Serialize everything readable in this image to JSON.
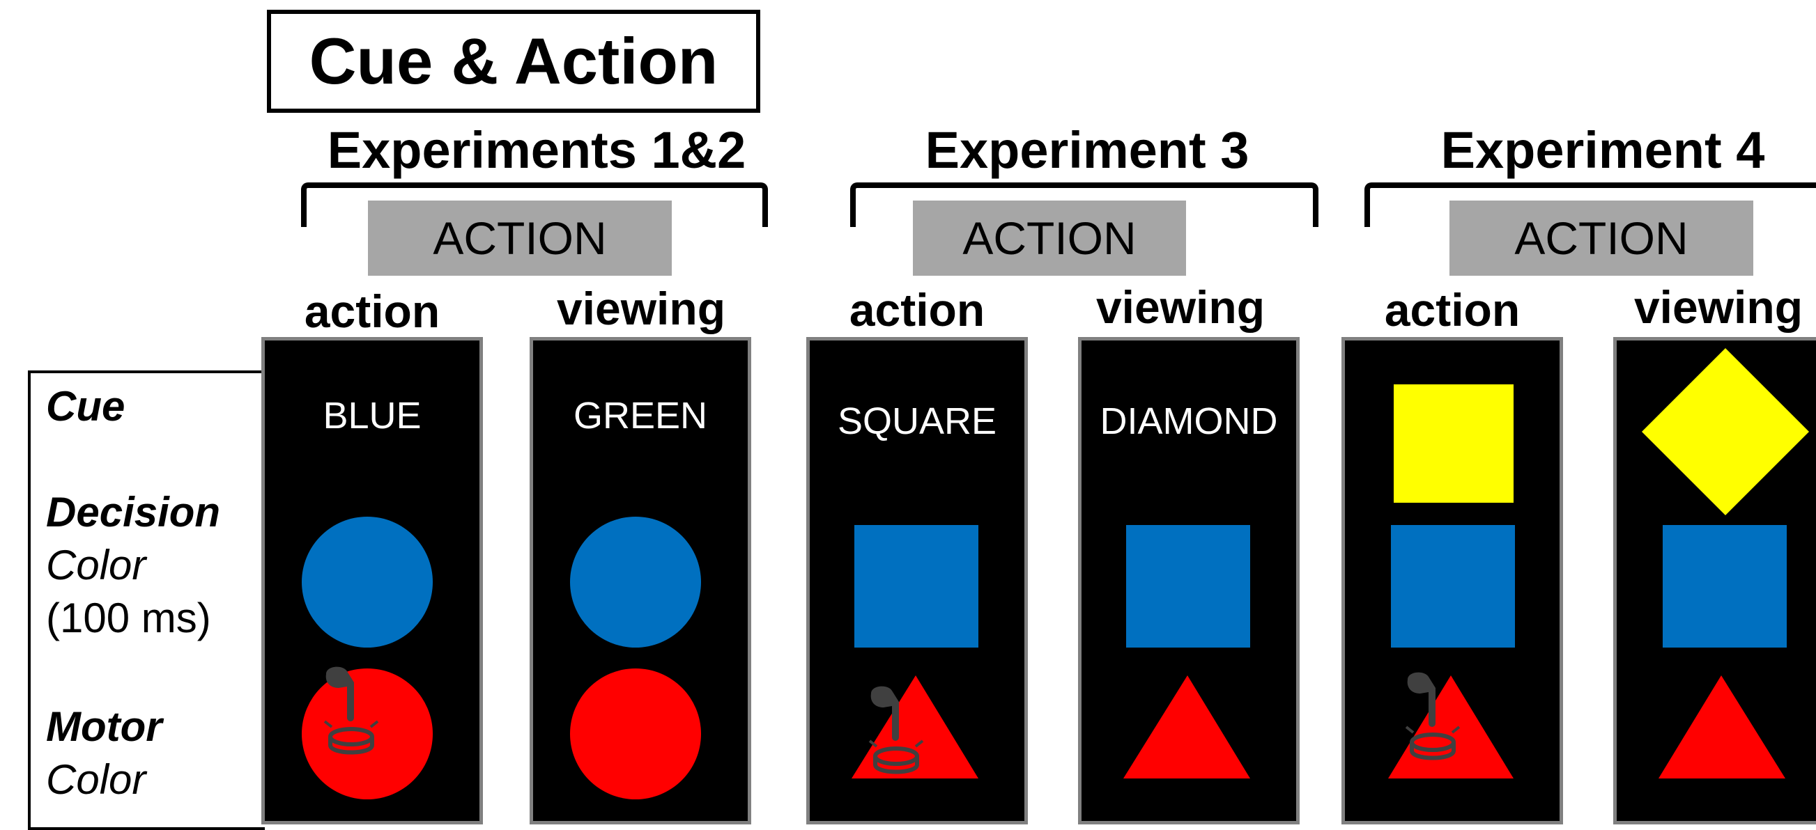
{
  "title": "Cue & Action",
  "experiments": [
    {
      "title": "Experiments 1&2",
      "action_label": "ACTION",
      "columns": [
        "action",
        "viewing"
      ],
      "cues": [
        "BLUE",
        "GREEN"
      ]
    },
    {
      "title": "Experiment 3",
      "action_label": "ACTION",
      "columns": [
        "action",
        "viewing"
      ],
      "cues": [
        "SQUARE",
        "DIAMOND"
      ]
    },
    {
      "title": "Experiment 4",
      "action_label": "ACTION",
      "columns": [
        "action",
        "viewing"
      ],
      "cues": [
        "",
        ""
      ]
    }
  ],
  "legend": {
    "cue": "Cue",
    "decision": "Decision",
    "decision_sub": "Color",
    "decision_time": "(100 ms)",
    "motor": "Motor",
    "motor_sub": "Color"
  },
  "colors": {
    "blue": "#0070c0",
    "red": "#ff0000",
    "yellow": "#ffff00",
    "action_box": "#a6a6a6",
    "panel": "#000000",
    "hand_icon": "#404040"
  },
  "icons": [
    "pointing-hand-icon",
    "press-button-icon"
  ]
}
